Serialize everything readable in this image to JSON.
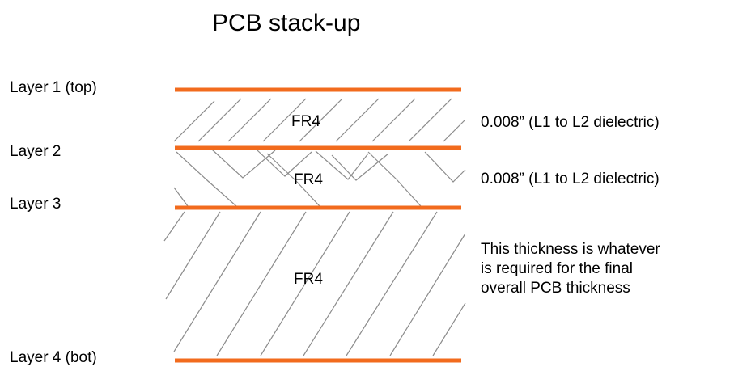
{
  "title": "PCB stack-up",
  "colors": {
    "copper": "#f26b1d",
    "hatch": "#8c8c8c"
  },
  "layers": [
    {
      "label": "Layer 1 (top)"
    },
    {
      "label": "Layer 2"
    },
    {
      "label": "Layer 3"
    },
    {
      "label": "Layer 4 (bot)"
    }
  ],
  "dielectrics": [
    {
      "material": "FR4",
      "note": "0.008” (L1 to L2 dielectric)"
    },
    {
      "material": "FR4",
      "note": "0.008” (L1 to L2 dielectric)"
    },
    {
      "material": "FR4",
      "note_lines": [
        "This thickness is whatever",
        "is required for the final",
        "overall PCB thickness"
      ]
    }
  ]
}
